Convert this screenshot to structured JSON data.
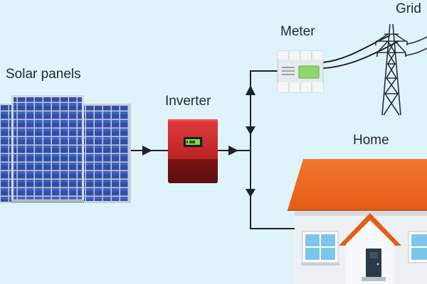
{
  "labels": {
    "solar_panels": "Solar panels",
    "inverter": "Inverter",
    "meter": "Meter",
    "grid": "Grid",
    "home": "Home"
  },
  "colors": {
    "background": "#dff3fb",
    "panel_cell": "#2f4fa8",
    "panel_frame": "#c7ccd4",
    "inverter_top": "#d13030",
    "inverter_bottom": "#7a1212",
    "inverter_display": "#7ed957",
    "meter_body": "#e9eef1",
    "meter_display": "#8fd66b",
    "roof": "#f06a1f",
    "wall": "#eef1f3",
    "window": "#7cc6ec",
    "door": "#2b3a48",
    "wire": "#222222"
  },
  "icons": {
    "solar": "solar-panel-array-icon",
    "inverter": "inverter-icon",
    "meter": "electric-meter-icon",
    "grid": "transmission-tower-icon",
    "home": "house-icon"
  }
}
